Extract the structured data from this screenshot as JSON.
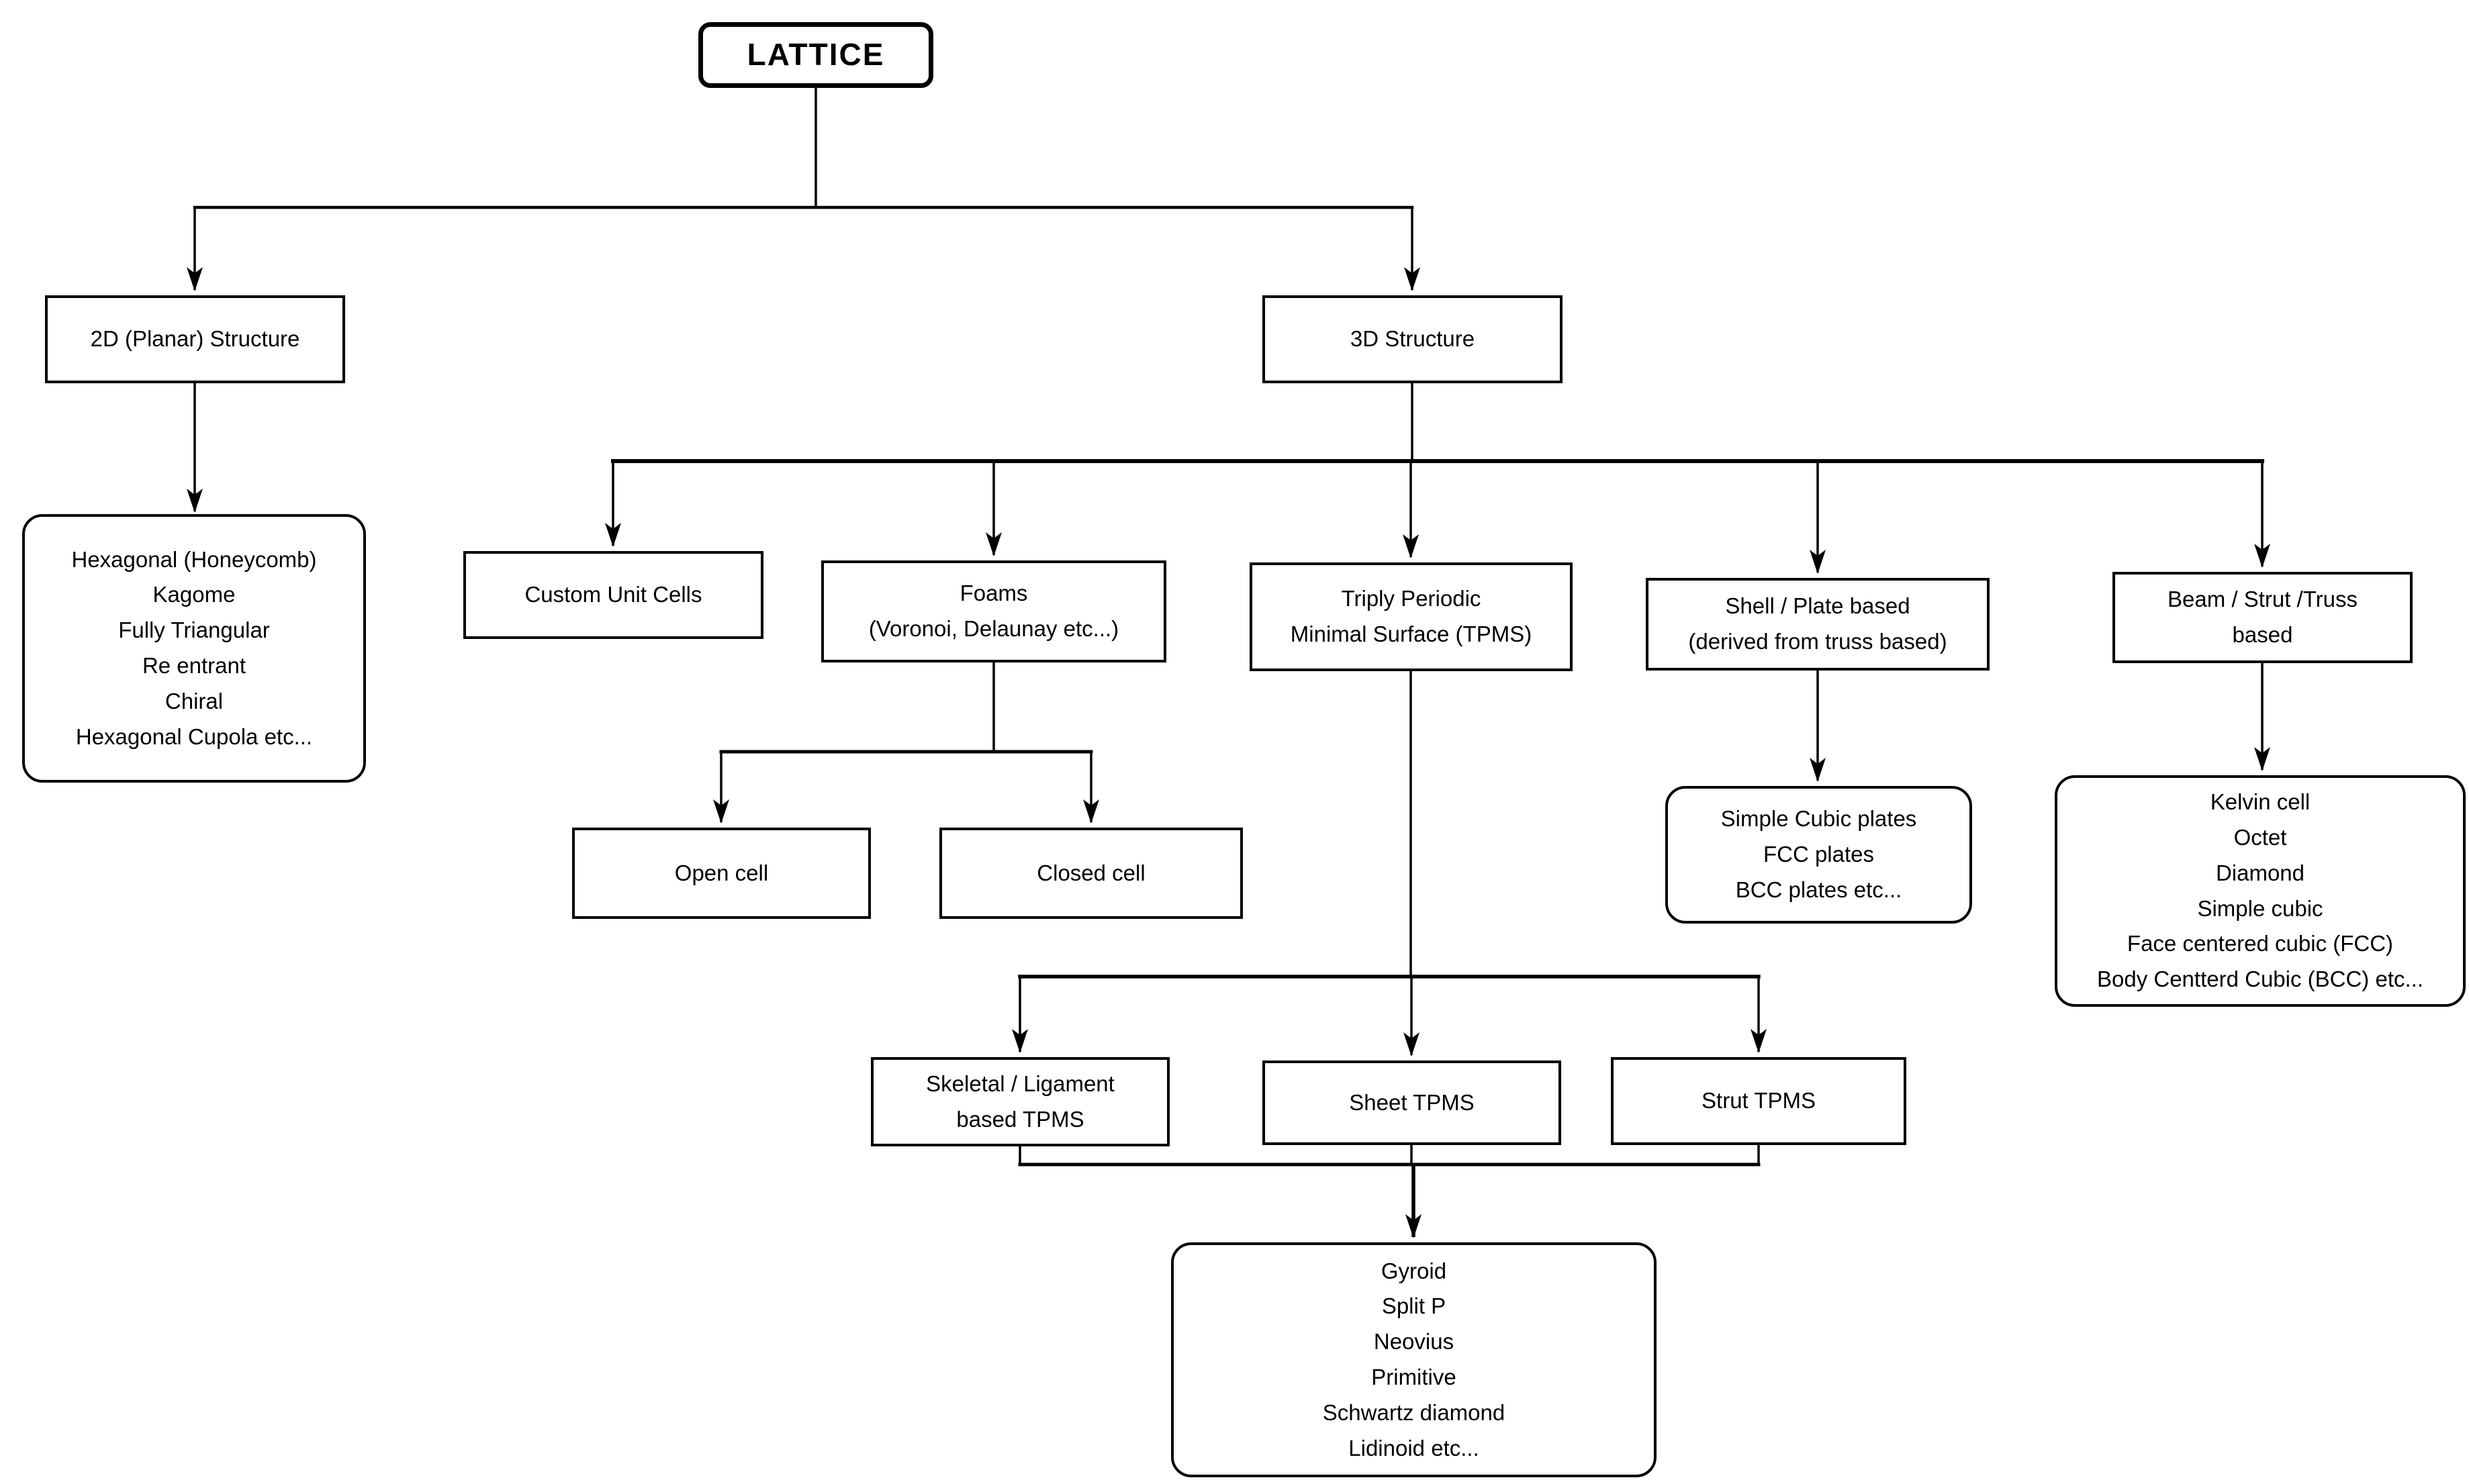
{
  "diagram_title": "LATTICE",
  "colors": {
    "line": "#000000",
    "box_border": "#000000",
    "box_fill": "#ffffff",
    "background": "#ffffff",
    "text": "#000000"
  },
  "nodes": {
    "lattice": {
      "label": "LATTICE"
    },
    "planar2d": {
      "label": "2D (Planar) Structure"
    },
    "structure3d": {
      "label": "3D Structure"
    },
    "planar_types": {
      "lines": [
        "Hexagonal (Honeycomb)",
        "Kagome",
        "Fully Triangular",
        "Re entrant",
        "Chiral",
        "Hexagonal Cupola etc..."
      ]
    },
    "custom_unit_cells": {
      "label": "Custom Unit Cells"
    },
    "foams": {
      "lines": [
        "Foams",
        "(Voronoi, Delaunay etc...)"
      ]
    },
    "tpms": {
      "lines": [
        "Triply Periodic",
        "Minimal Surface (TPMS)"
      ]
    },
    "shell_plate": {
      "lines": [
        "Shell / Plate based",
        "(derived from truss based)"
      ]
    },
    "beam_strut_truss": {
      "lines": [
        "Beam / Strut /Truss",
        "based"
      ]
    },
    "open_cell": {
      "label": "Open cell"
    },
    "closed_cell": {
      "label": "Closed cell"
    },
    "plate_types": {
      "lines": [
        "Simple Cubic plates",
        "FCC plates",
        "BCC plates etc..."
      ]
    },
    "truss_types": {
      "lines": [
        "Kelvin cell",
        "Octet",
        "Diamond",
        "Simple cubic",
        "Face centered cubic (FCC)",
        "Body Centterd Cubic (BCC) etc..."
      ]
    },
    "skeletal_tpms": {
      "lines": [
        "Skeletal / Ligament",
        "based TPMS"
      ]
    },
    "sheet_tpms": {
      "label": "Sheet TPMS"
    },
    "strut_tpms": {
      "label": "Strut TPMS"
    },
    "tpms_surface_types": {
      "lines": [
        "Gyroid",
        "Split P",
        "Neovius",
        "Primitive",
        "Schwartz diamond",
        "Lidinoid etc..."
      ]
    }
  }
}
